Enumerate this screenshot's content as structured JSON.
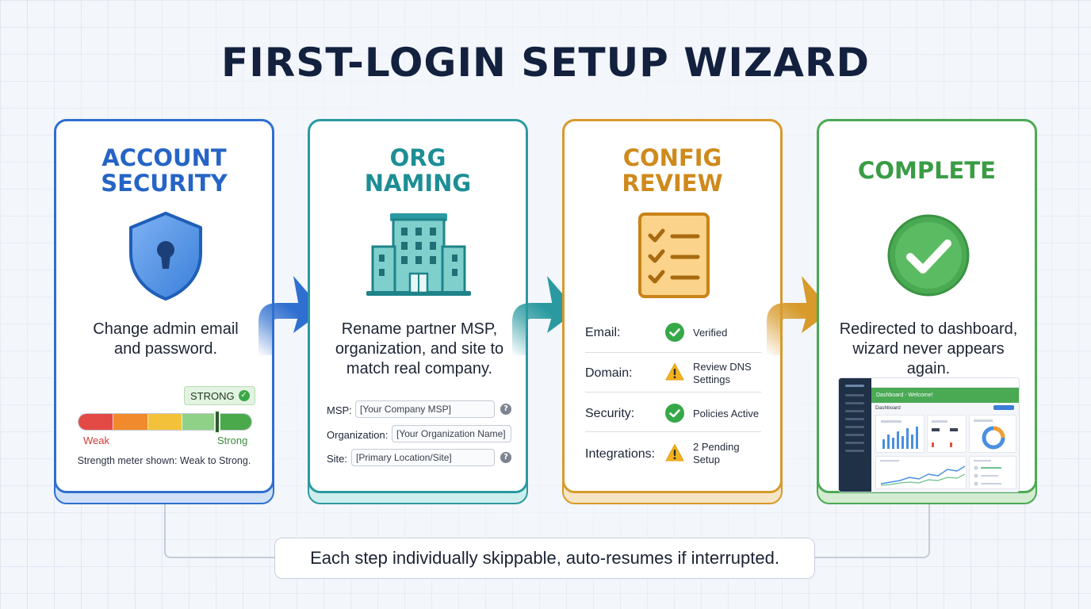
{
  "title": "FIRST-LOGIN SETUP WIZARD",
  "footnote": "Each step individually skippable, auto-resumes if interrupted.",
  "colors": {
    "blue": "#2f6fcf",
    "teal": "#2a9aa0",
    "orange": "#d79a2b",
    "green": "#4aaa54"
  },
  "steps": [
    {
      "title_line1": "ACCOUNT",
      "title_line2": "SECURITY",
      "icon": "shield-lock-icon",
      "desc_line1": "Change admin email",
      "desc_line2": "and password.",
      "meter": {
        "badge": "STRONG",
        "weak_label": "Weak",
        "strong_label": "Strong",
        "caption": "Strength meter shown: Weak to Strong.",
        "level": 0.8
      }
    },
    {
      "title_line1": "ORG",
      "title_line2": "NAMING",
      "icon": "building-icon",
      "desc_line1": "Rename partner MSP,",
      "desc_line2": "organization, and site to",
      "desc_line3": "match real company.",
      "fields": [
        {
          "label": "MSP:",
          "placeholder": "[Your Company MSP]"
        },
        {
          "label": "Organization:",
          "placeholder": "[Your Organization Name]"
        },
        {
          "label": "Site:",
          "placeholder": "[Primary Location/Site]"
        }
      ]
    },
    {
      "title_line1": "CONFIG",
      "title_line2": "REVIEW",
      "icon": "checklist-icon",
      "rows": [
        {
          "label": "Email:",
          "status": "ok",
          "value_line1": "Verified",
          "value_line2": ""
        },
        {
          "label": "Domain:",
          "status": "warn",
          "value_line1": "Review DNS",
          "value_line2": "Settings"
        },
        {
          "label": "Security:",
          "status": "ok",
          "value_line1": "Policies Active",
          "value_line2": ""
        },
        {
          "label": "Integrations:",
          "status": "warn",
          "value_line1": "2 Pending",
          "value_line2": "Setup"
        }
      ]
    },
    {
      "title_line1": "COMPLETE",
      "icon": "check-circle-icon",
      "desc_line1": "Redirected to dashboard,",
      "desc_line2": "wizard never appears",
      "desc_line3": "again.",
      "dashboard": {
        "banner": "Dashboard - Welcome!",
        "subtitle": "Dashboard"
      }
    }
  ]
}
